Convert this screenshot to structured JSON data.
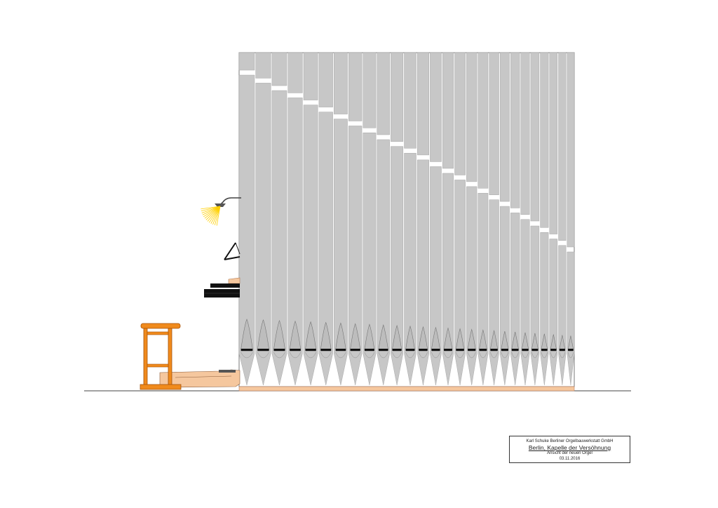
{
  "drawing": {
    "pipe_count": 27,
    "colors": {
      "pipe_fill": "#c7c7c7",
      "pipe_line": "#a9a9a9",
      "wood": "#f08a1c",
      "wood_dark": "#b85e08",
      "base": "#f5c79e",
      "lamp": "#ffd000",
      "ink": "#111111"
    },
    "icons": [
      "lamp-icon",
      "music-stand-icon",
      "manual-keyboard-icon",
      "organ-bench-icon",
      "pedalboard-icon"
    ]
  },
  "title_block": {
    "company": "Karl Schuke Berliner Orgelbauwerkstatt GmbH",
    "title": "Berlin, Kapelle der Versöhnung",
    "subtitle": "Ansicht der neuen Orgel",
    "date": "03.11.2016"
  }
}
